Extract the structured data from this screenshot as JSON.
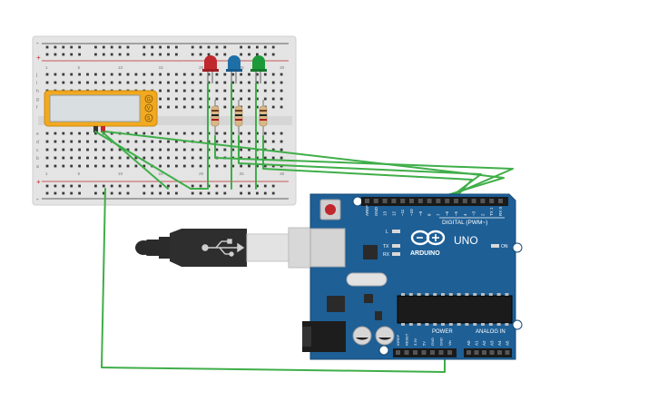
{
  "canvas": {
    "background": "#ffffff"
  },
  "breadboard": {
    "color": "#e6e6e6",
    "rail_top_positive": "+",
    "rail_top_negative": "-",
    "rail_bottom_positive": "+",
    "rail_bottom_negative": "-",
    "row_labels_top": [
      "j",
      "i",
      "h",
      "g",
      "f"
    ],
    "row_labels_bottom": [
      "e",
      "d",
      "c",
      "b",
      "a"
    ],
    "column_numbers_shown": [
      "1",
      "5",
      "10",
      "15",
      "20",
      "25",
      "30"
    ]
  },
  "components": {
    "led_colors": [
      "#c0282d",
      "#1e6fa8",
      "#1c9a3a"
    ],
    "resistor_count": 3,
    "sensor_module": {
      "color": "#f2a91f",
      "pin_labels": [
        "G",
        "V",
        "S"
      ]
    },
    "wire_color": "#3fae49"
  },
  "arduino": {
    "color": "#1e5f96",
    "logo_text": "ARDUINO",
    "model_text": "UNO",
    "digital_label": "DIGITAL (PWM~)",
    "power_label": "POWER",
    "analog_label": "ANALOG IN",
    "on_label": "ON",
    "l_label": "L",
    "tx_label": "TX",
    "rx_label": "RX",
    "top_pin_labels": [
      "AREF",
      "GND",
      "13",
      "12",
      "~11",
      "~10",
      "~9",
      "8",
      "7",
      "~6",
      "~5",
      "4",
      "~3",
      "2",
      "TX 1",
      "RX 0"
    ],
    "power_pin_labels": [
      "IOREF",
      "RESET",
      "3.3V",
      "5V",
      "GND",
      "GND",
      "Vin"
    ],
    "analog_pin_labels": [
      "A0",
      "A1",
      "A2",
      "A3",
      "A4",
      "A5"
    ]
  },
  "usb_cable": {
    "color": "#2b2b2b",
    "connector_color": "#d8d8d8"
  }
}
